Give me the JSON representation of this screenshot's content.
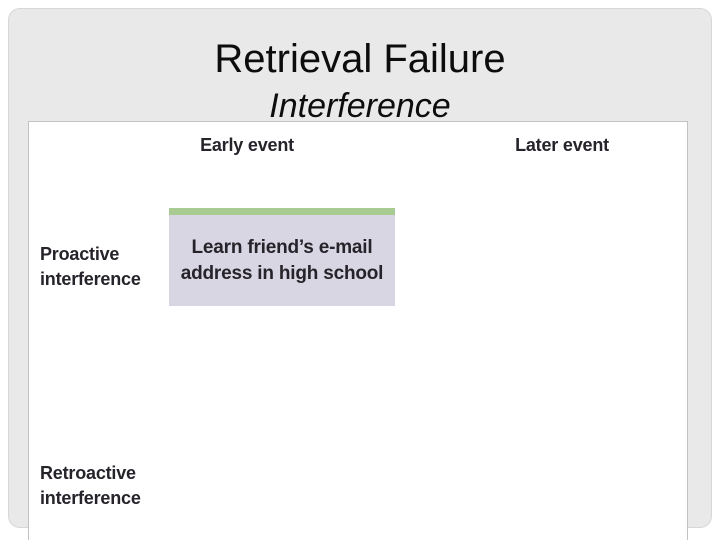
{
  "slide": {
    "title": "Retrieval Failure",
    "subtitle": "Interference"
  },
  "figure": {
    "headers": [
      {
        "label": "Early event"
      },
      {
        "label": "Later event"
      }
    ],
    "row_labels": [
      {
        "text": "Proactive\ninterference"
      },
      {
        "text": "Retroactive\ninterference"
      }
    ],
    "event_box": {
      "text": "Learn friend’s e-mail\naddress in high school"
    }
  },
  "colors": {
    "slide_bg": "#e9e9e9",
    "panel_bg": "#ffffff",
    "panel_border": "#c2c2c2",
    "box_bg": "#d9d6e3",
    "box_accent": "#a7cb90",
    "label_text": "#26232a",
    "title_text": "#0d0d0d"
  }
}
